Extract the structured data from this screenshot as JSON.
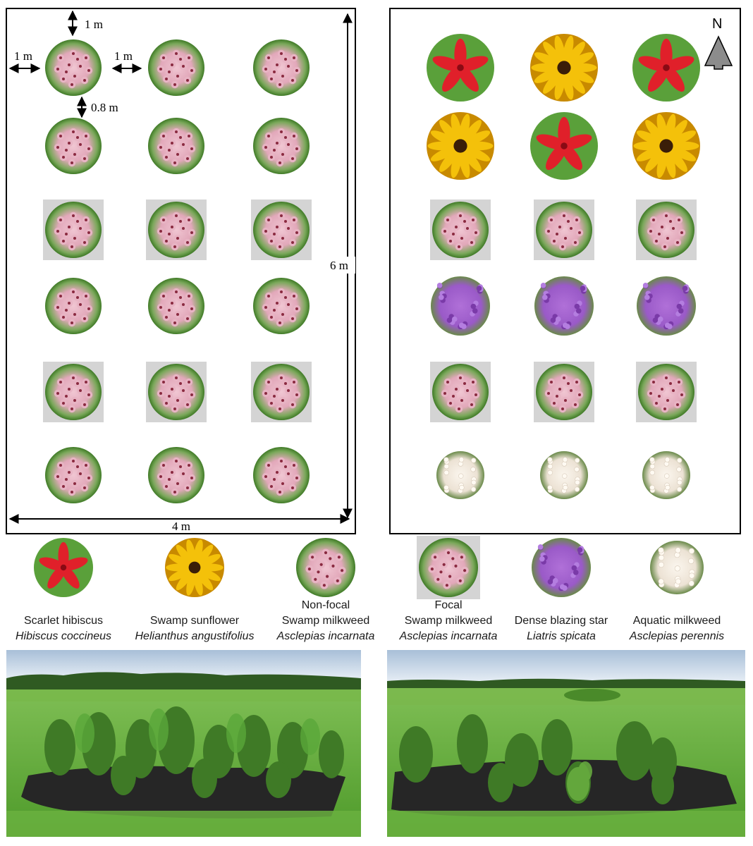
{
  "layout_left": {
    "dimension_labels": {
      "top_gap": "1 m",
      "left_gap": "1 m",
      "between_gap": "1 m",
      "row_gap": "0.8 m",
      "height": "6 m",
      "width": "4 m"
    },
    "rows": [
      [
        "swamp-milkweed-nonfocal",
        "swamp-milkweed-nonfocal",
        "swamp-milkweed-nonfocal"
      ],
      [
        "swamp-milkweed-nonfocal",
        "swamp-milkweed-nonfocal",
        "swamp-milkweed-nonfocal"
      ],
      [
        "swamp-milkweed-focal",
        "swamp-milkweed-focal",
        "swamp-milkweed-focal"
      ],
      [
        "swamp-milkweed-nonfocal",
        "swamp-milkweed-nonfocal",
        "swamp-milkweed-nonfocal"
      ],
      [
        "swamp-milkweed-focal",
        "swamp-milkweed-focal",
        "swamp-milkweed-focal"
      ],
      [
        "swamp-milkweed-nonfocal",
        "swamp-milkweed-nonfocal",
        "swamp-milkweed-nonfocal"
      ]
    ]
  },
  "layout_right": {
    "compass_label": "N",
    "rows": [
      [
        "scarlet-hibiscus",
        "swamp-sunflower",
        "scarlet-hibiscus"
      ],
      [
        "swamp-sunflower",
        "scarlet-hibiscus",
        "swamp-sunflower"
      ],
      [
        "swamp-milkweed-focal",
        "swamp-milkweed-focal",
        "swamp-milkweed-focal"
      ],
      [
        "dense-blazing-star",
        "dense-blazing-star",
        "dense-blazing-star"
      ],
      [
        "swamp-milkweed-focal",
        "swamp-milkweed-focal",
        "swamp-milkweed-focal"
      ],
      [
        "aquatic-milkweed",
        "aquatic-milkweed",
        "aquatic-milkweed"
      ]
    ]
  },
  "legend": [
    {
      "key": "scarlet-hibiscus",
      "lines": [
        "Scarlet hibiscus"
      ],
      "scientific": "Hibiscus coccineus"
    },
    {
      "key": "swamp-sunflower",
      "lines": [
        "Swamp sunflower"
      ],
      "scientific": "Helianthus angustifolius"
    },
    {
      "key": "swamp-milkweed-nonfocal",
      "lines": [
        "Non-focal",
        "Swamp milkweed"
      ],
      "scientific": "Asclepias incarnata"
    },
    {
      "key": "swamp-milkweed-focal",
      "lines": [
        "Focal",
        "Swamp milkweed"
      ],
      "scientific": "Asclepias incarnata"
    },
    {
      "key": "dense-blazing-star",
      "lines": [
        "Dense blazing star"
      ],
      "scientific": "Liatris spicata"
    },
    {
      "key": "aquatic-milkweed",
      "lines": [
        "Aquatic milkweed"
      ],
      "scientific": "Asclepias perennis"
    }
  ],
  "colors": {
    "milkweed_petal": "#e8b4c4",
    "milkweed_center": "#8a2a40",
    "leaf_green": "#4a8a2a",
    "hibiscus_red": "#e0202a",
    "sunflower_yellow": "#f4c10a",
    "sunflower_center": "#3a1e08",
    "blazing_star_purple": "#9a5ac8",
    "aquatic_white": "#f4eee6",
    "focal_square": "#d4d4d4",
    "sky": "#cfdcec",
    "grass": "#6cb840",
    "mulch": "#262626"
  }
}
